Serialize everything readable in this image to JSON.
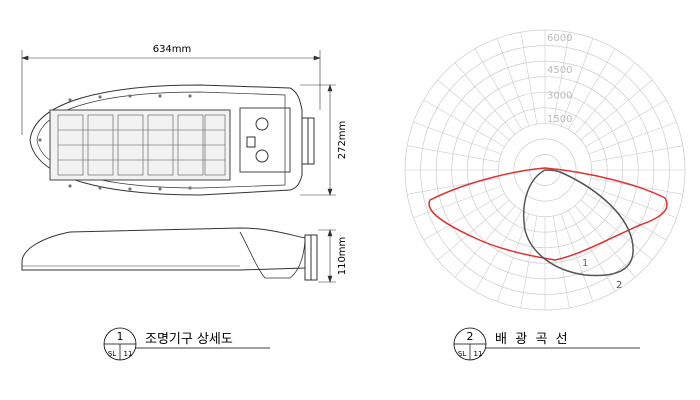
{
  "drawing": {
    "dimensions": {
      "length": "634mm",
      "width": "272mm",
      "height": "110mm"
    },
    "titles": {
      "fixture_detail": "조명기구 상세도",
      "light_distribution": "배  광  곡  선"
    },
    "badges": [
      {
        "number": "1",
        "sheet_code": "SL",
        "sheet_number": "11"
      },
      {
        "number": "2",
        "sheet_code": "SL",
        "sheet_number": "11"
      }
    ]
  },
  "polar_chart": {
    "ring_labels": [
      "1500",
      "3000",
      "4500",
      "6000"
    ],
    "curve_labels": [
      "1",
      "2"
    ],
    "colors": {
      "grid": "#cccccc",
      "curve_1": "#e03030",
      "curve_2": "#555555"
    }
  }
}
